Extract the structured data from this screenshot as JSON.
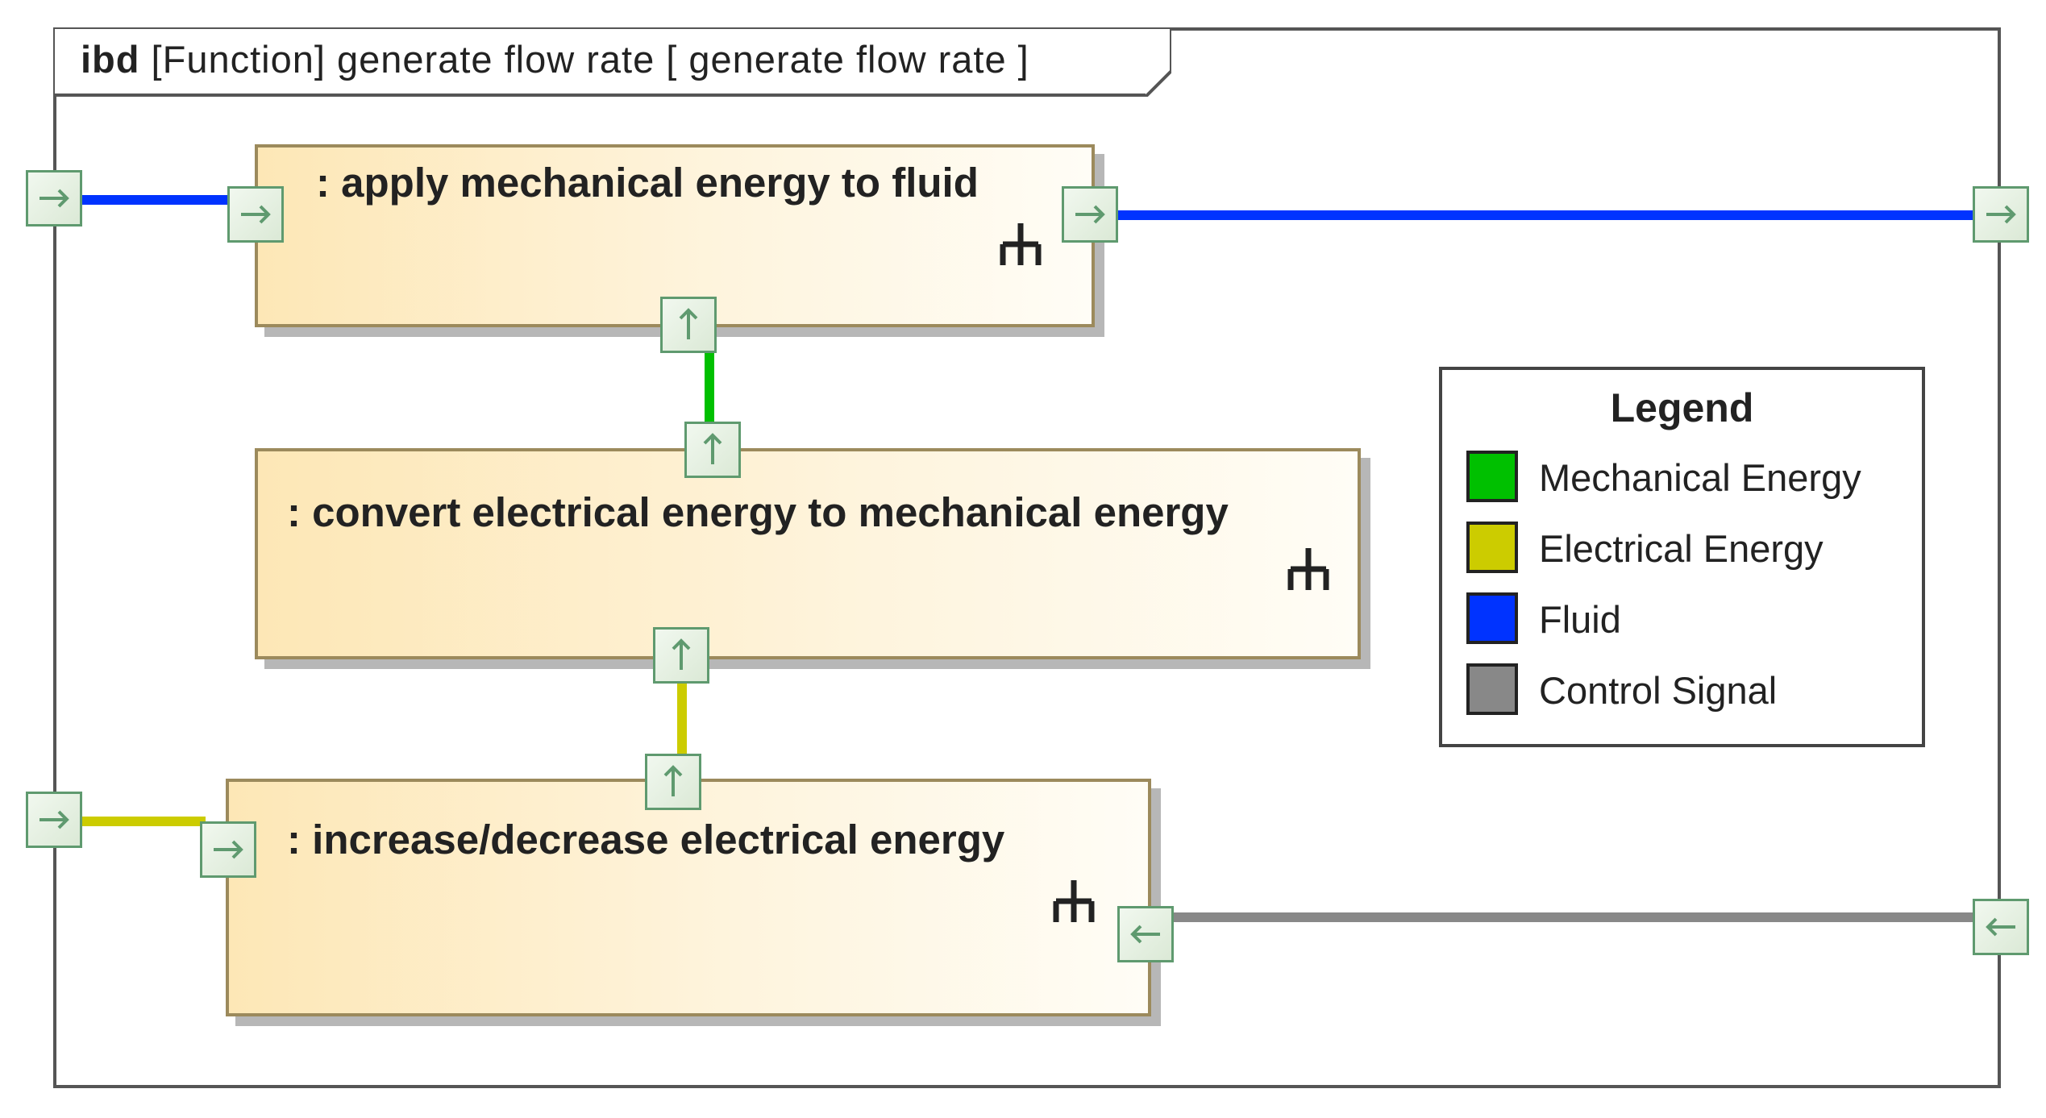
{
  "diagram": {
    "frame": {
      "kind": "ibd",
      "label": "[Function] generate flow rate [ generate flow rate ]"
    },
    "blocks": [
      {
        "id": "apply",
        "title": ": apply mechanical energy to fluid"
      },
      {
        "id": "convert",
        "title": ": convert electrical energy to mechanical energy"
      },
      {
        "id": "increase",
        "title": ": increase/decrease electrical energy"
      }
    ],
    "connectors": [
      {
        "from": "frame-left-top",
        "to": "apply-in",
        "flow": "Fluid"
      },
      {
        "from": "apply-out",
        "to": "frame-right-top",
        "flow": "Fluid"
      },
      {
        "from": "convert-top",
        "to": "apply-bottom",
        "flow": "Mechanical Energy"
      },
      {
        "from": "increase-top",
        "to": "convert-bottom",
        "flow": "Electrical Energy"
      },
      {
        "from": "frame-left-bottom",
        "to": "increase-in",
        "flow": "Electrical Energy"
      },
      {
        "from": "frame-right-bottom",
        "to": "increase-right",
        "flow": "Control Signal"
      }
    ],
    "legend": {
      "title": "Legend",
      "items": [
        {
          "label": "Mechanical Energy",
          "color": "#00c000"
        },
        {
          "label": "Electrical Energy",
          "color": "#cccc00"
        },
        {
          "label": "Fluid",
          "color": "#0033ff"
        },
        {
          "label": "Control Signal",
          "color": "#888888"
        }
      ]
    }
  }
}
